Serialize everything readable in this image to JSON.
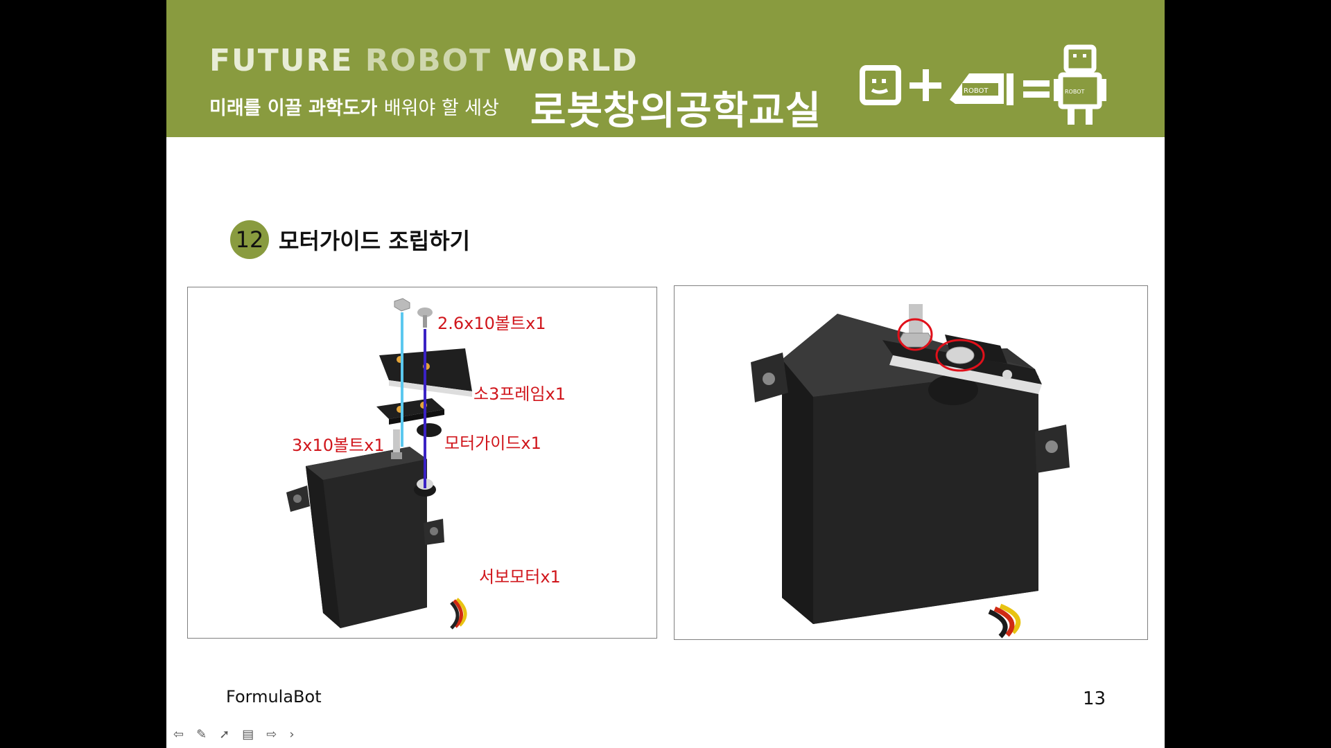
{
  "banner": {
    "brand_words": [
      "FUTURE",
      "ROBOT",
      "WORLD"
    ],
    "tagline_bold": "미래를 이끌 과학도가",
    "tagline_thin": "배워야 할 세상",
    "title": "로봇창의공학교실",
    "logo_label": "ROBOT"
  },
  "step": {
    "number": "12",
    "title": "모터가이드 조립하기"
  },
  "left_panel": {
    "callouts": {
      "bolt_small": "2.6x10볼트x1",
      "frame": "소3프레임x1",
      "motor_guide": "모터가이드x1",
      "bolt_large": "3x10볼트x1",
      "servo": "서보모터x1"
    }
  },
  "footer": {
    "product": "FormulaBot",
    "page": "13"
  },
  "colors": {
    "banner": "#899b3f",
    "callout": "#d0151b",
    "highlight_circle": "#e0101a"
  },
  "toolbar_icons": [
    "arrow-left-icon",
    "pen-icon",
    "pointer-icon",
    "menu-icon",
    "arrow-right-icon",
    "chevron-right-icon"
  ]
}
